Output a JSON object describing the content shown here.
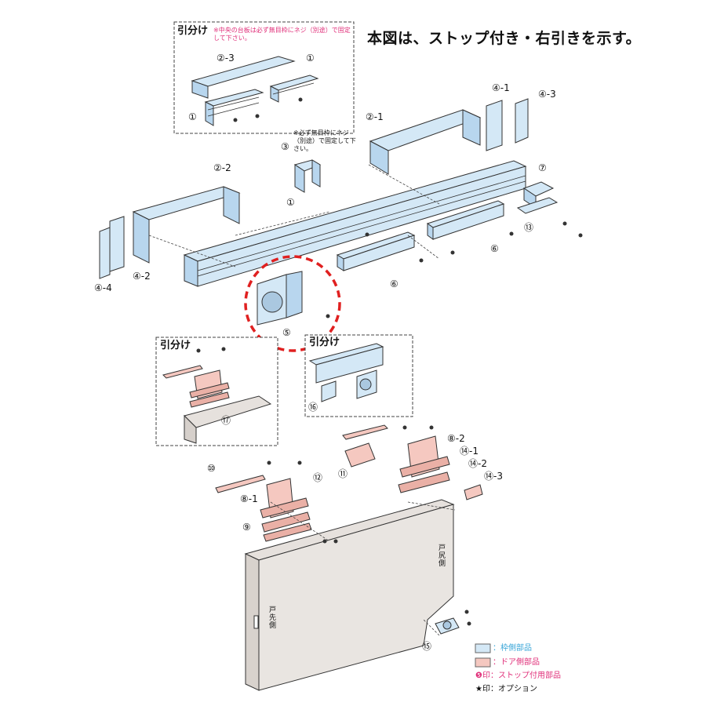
{
  "title": "本図は、ストップ付き・右引きを示す。",
  "split_box_top": {
    "heading": "引分け",
    "note": "※中央の台板は必ず無目枠にネジ（別途）で固定して下さい。",
    "parts": [
      "②-3",
      "①",
      "①"
    ]
  },
  "note_part3": "※必ず無目枠にネジ（別途）で固定して下さい。",
  "split_box_mid_left": {
    "heading": "引分け",
    "parts": [
      "⑰"
    ]
  },
  "split_box_mid_right": {
    "heading": "引分け",
    "parts": [
      "⑯"
    ]
  },
  "parts": {
    "p2_1": "②-1",
    "p2_2": "②-2",
    "p3": "③",
    "p1": "①",
    "p4_1": "④-1",
    "p4_2": "④-2",
    "p4_3": "④-3",
    "p4_4": "④-4",
    "p5": "⑤",
    "p6a": "⑥",
    "p6b": "⑥",
    "p7": "⑦",
    "p13": "⑬",
    "p8_1": "⑧-1",
    "p8_2": "⑧-2",
    "p9": "⑨",
    "p10": "⑩",
    "p11": "⑪",
    "p12": "⑫",
    "p14_1": "⑭-1",
    "p14_2": "⑭-2",
    "p14_3": "⑭-3",
    "p15": "⑮"
  },
  "door": {
    "side_left": "戸先側",
    "side_right": "戸尻側"
  },
  "legend": {
    "frame": "：枠側部品",
    "door": "：ドア側部品",
    "stop": "❺印：ストップ付用部品",
    "option": "★印：オプション"
  },
  "colors": {
    "frame": "#d4e8f6",
    "door": "#f5c8c0",
    "highlight": "#e02020",
    "door_panel": "#e6e1dd"
  }
}
